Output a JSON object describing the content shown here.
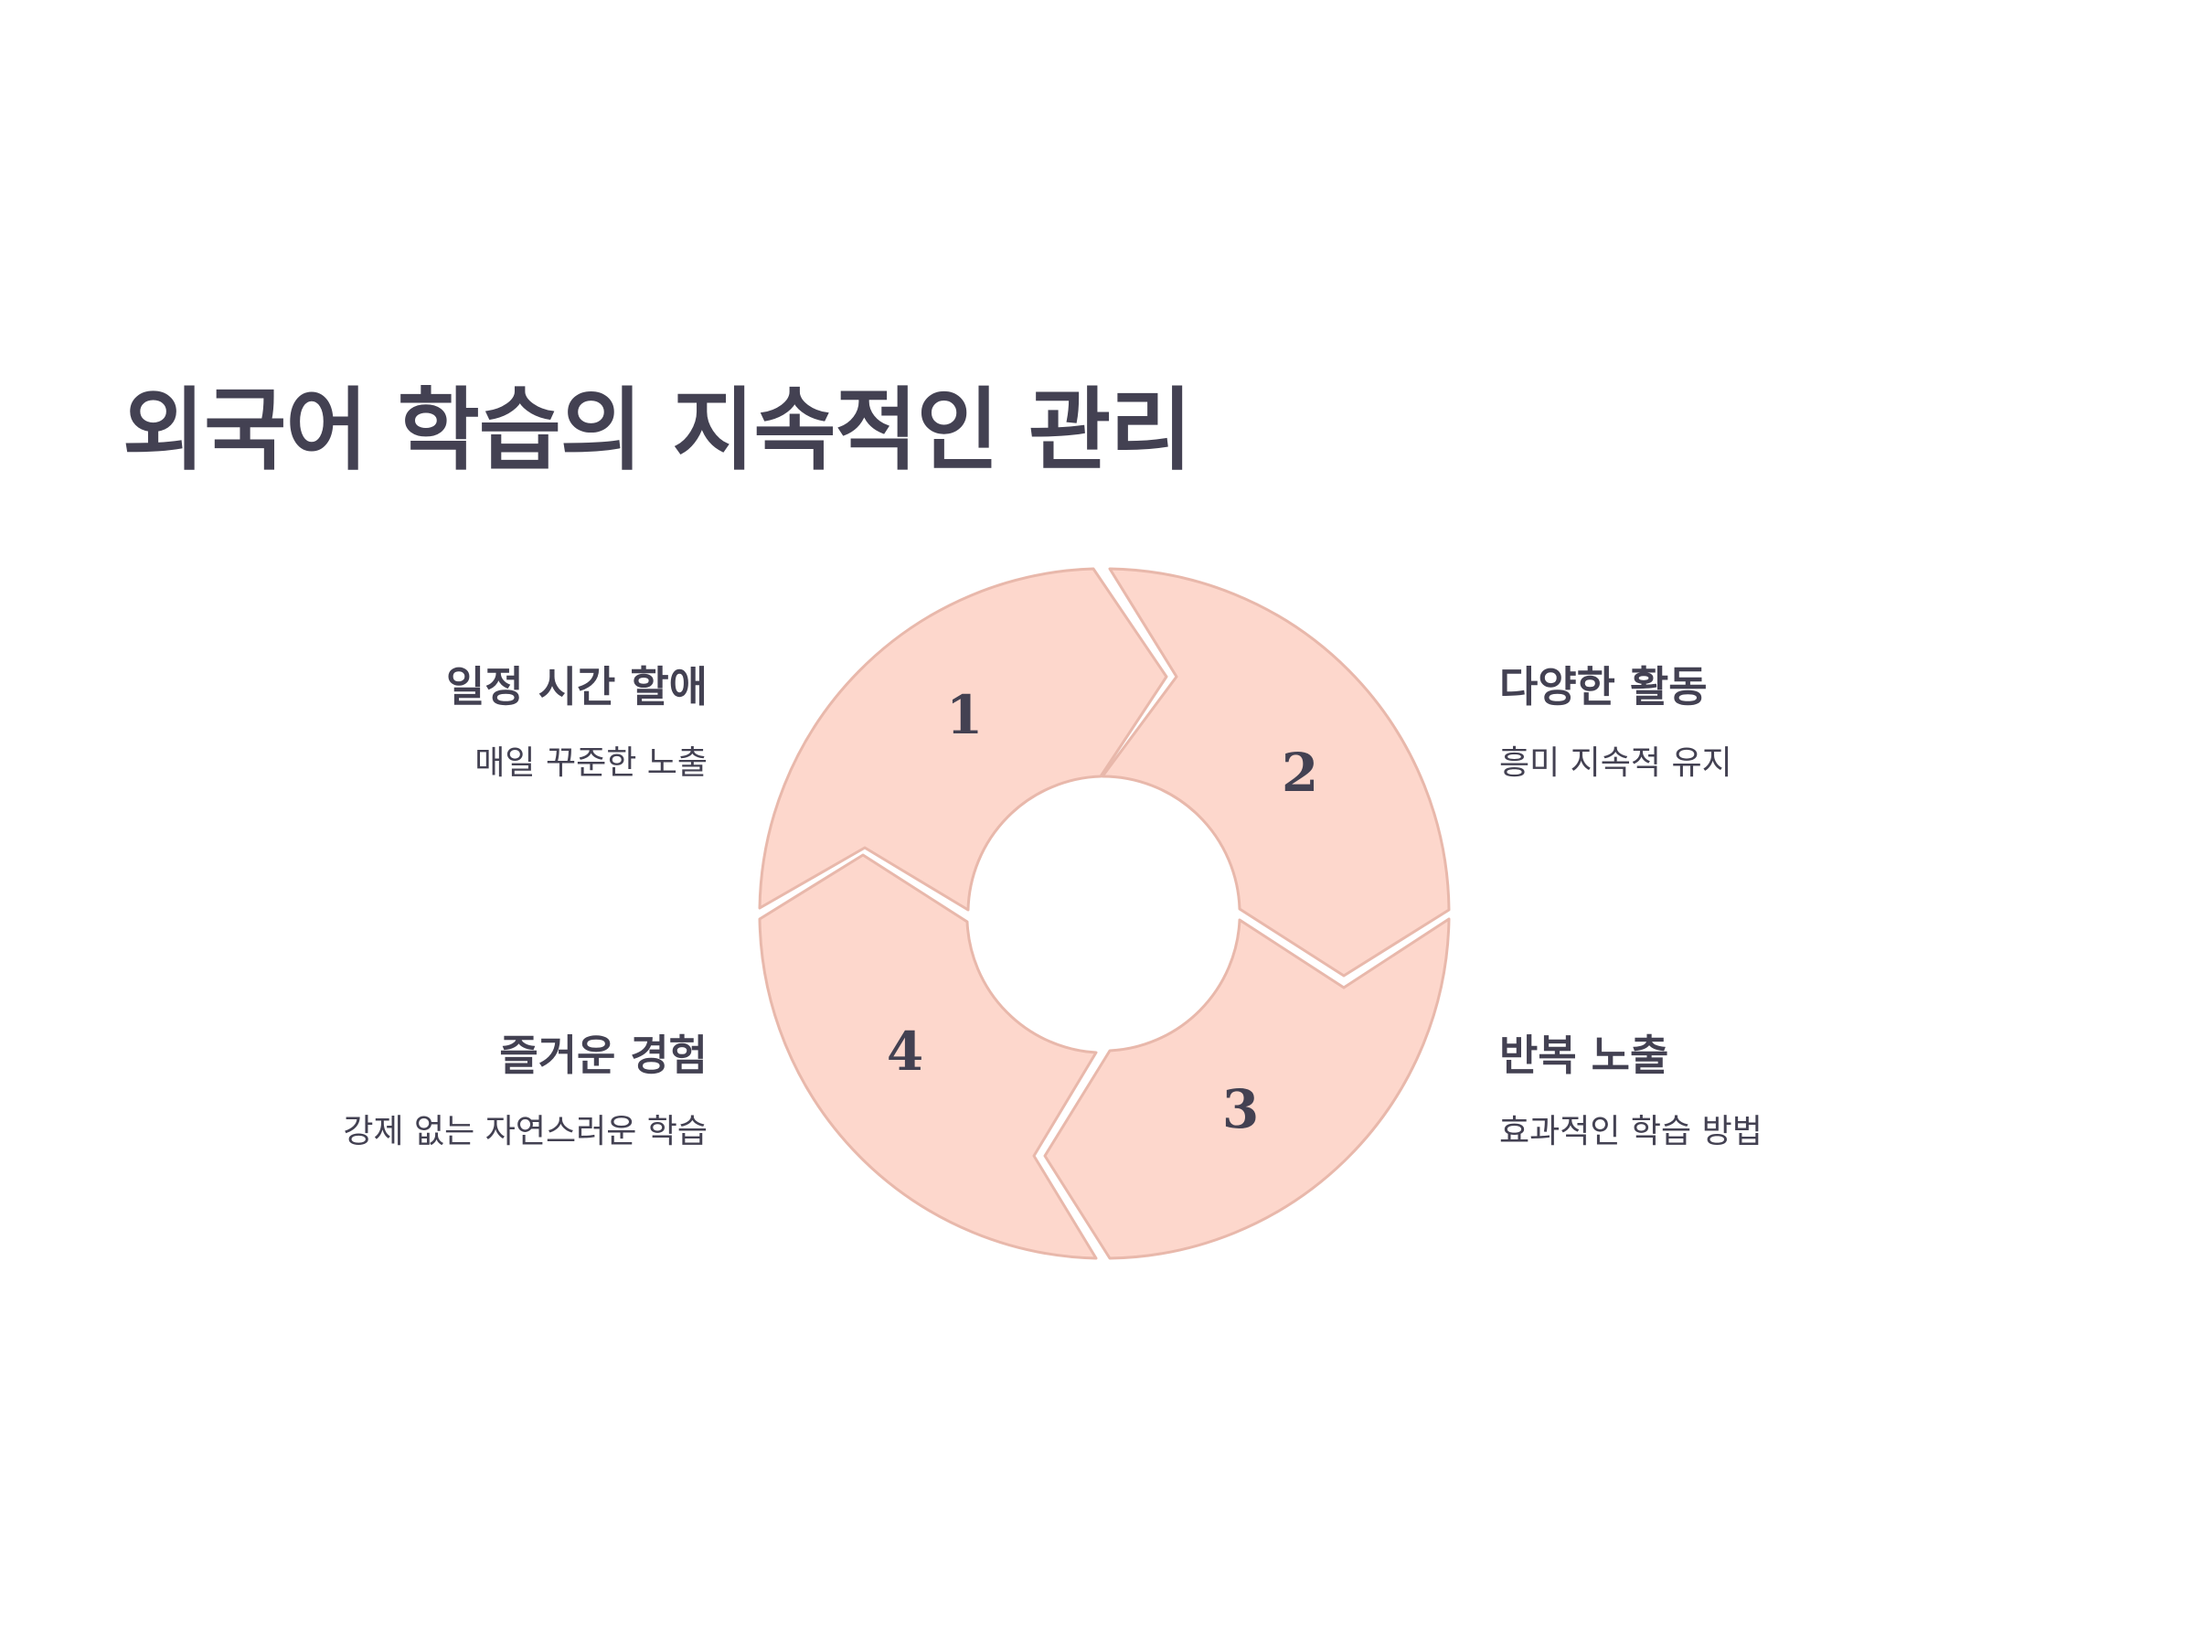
{
  "title": "외국어 학습의 지속적인 관리",
  "colors": {
    "segment_fill": "#fdd7cc",
    "segment_stroke": "#e8b8ab",
    "text": "#434152",
    "background": "#ffffff"
  },
  "steps": [
    {
      "number": "1",
      "title": "일정 시간 할애",
      "description": "매일 꾸준한 노출"
    },
    {
      "number": "2",
      "title": "다양한 활동",
      "description": "흥미 지속적 유지"
    },
    {
      "number": "3",
      "title": "반복 노출",
      "description": "효과적인 학습 방법"
    },
    {
      "number": "4",
      "title": "즐거운 경험",
      "description": "강제 없는 자연스러운 학습"
    }
  ]
}
